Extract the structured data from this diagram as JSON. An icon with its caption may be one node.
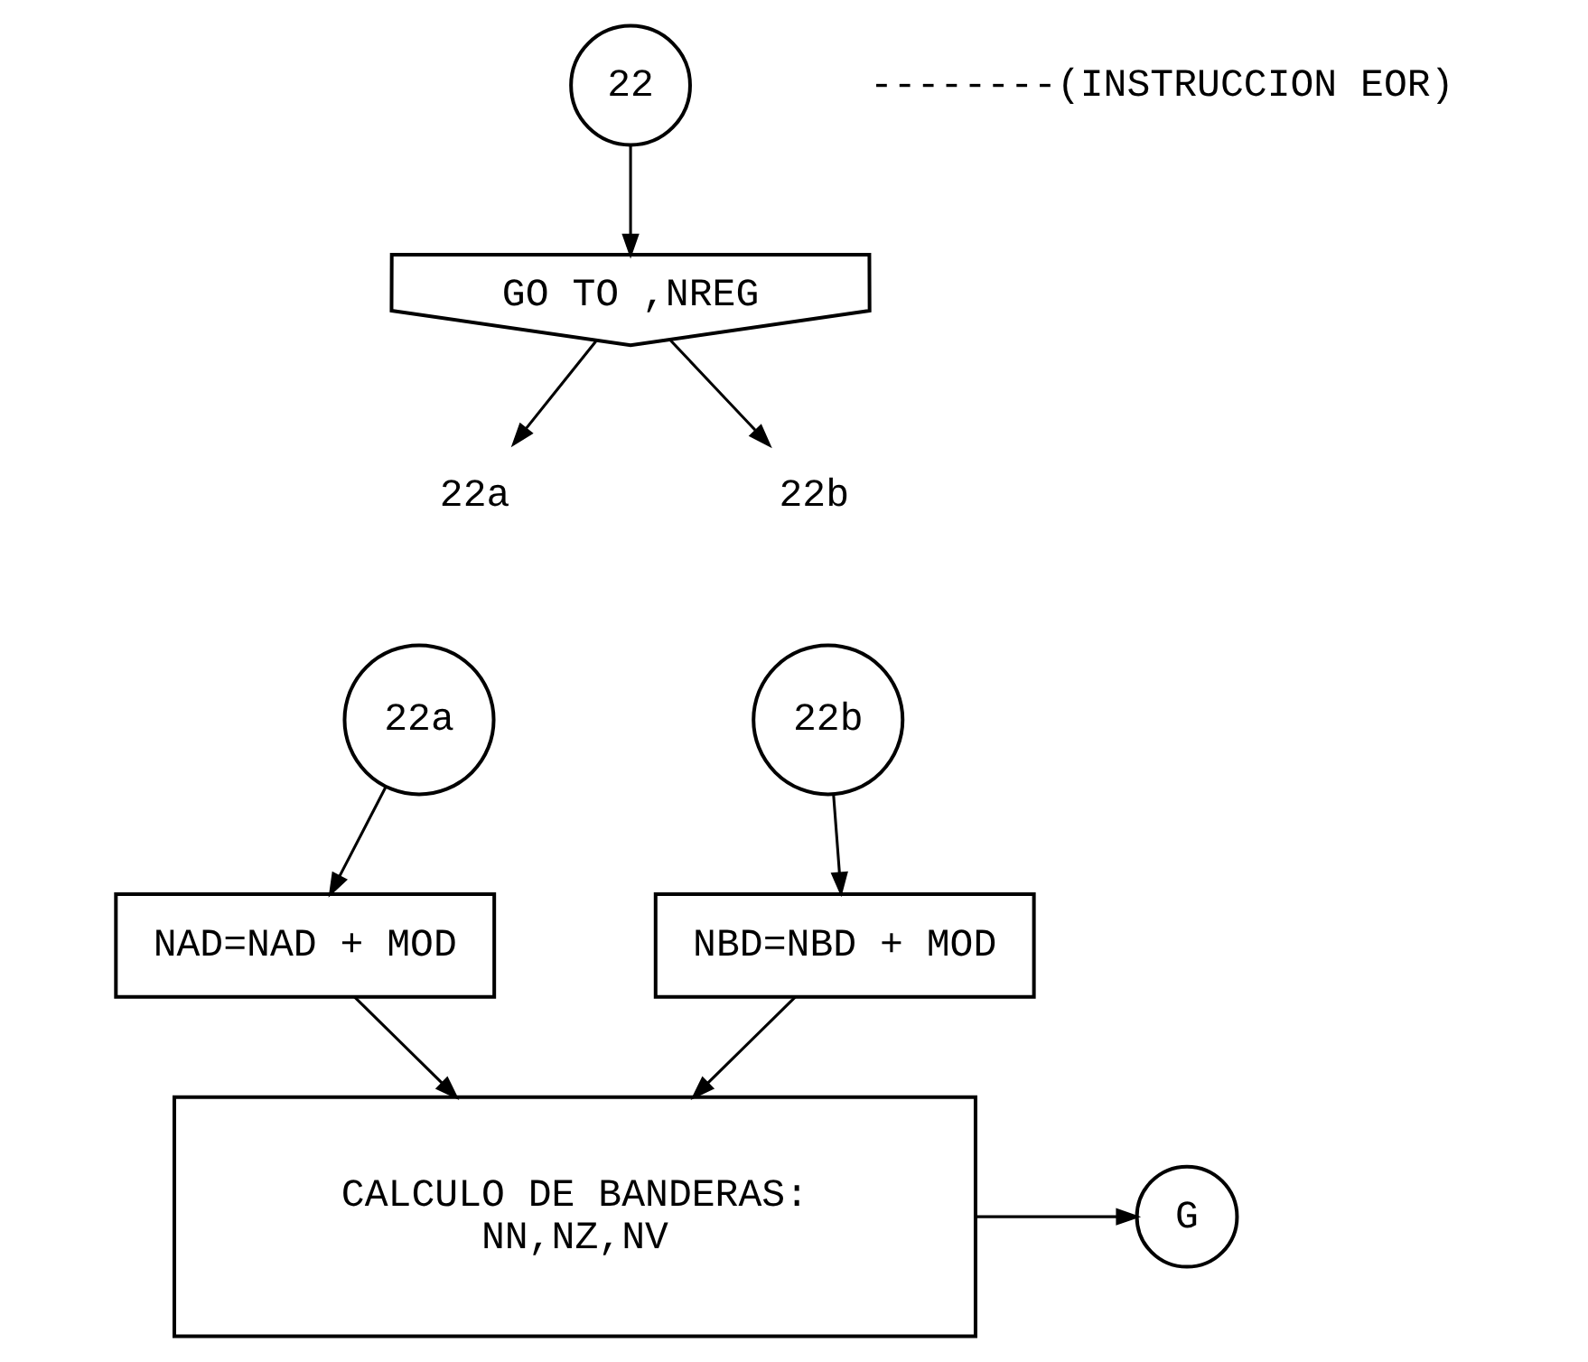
{
  "diagram": {
    "nodes": [
      {
        "text": [
          "22"
        ]
      },
      {
        "text": [
          "GO TO ,NREG"
        ]
      },
      {
        "text": [
          "22a"
        ]
      },
      {
        "text": [
          "22b"
        ]
      },
      {
        "text": [
          "22a"
        ]
      },
      {
        "text": [
          "22b"
        ]
      },
      {
        "text": [
          "NAD=NAD + MOD"
        ]
      },
      {
        "text": [
          "NBD=NBD + MOD"
        ]
      },
      {
        "text": [
          "CALCULO DE BANDERAS:",
          "NN,NZ,NV"
        ]
      },
      {
        "text": [
          "G"
        ]
      }
    ],
    "edges": [
      {
        "from": 0,
        "to": 1,
        "arrow": "to"
      },
      {
        "from": 1,
        "to": 2,
        "arrow": "to"
      },
      {
        "from": 1,
        "to": 3,
        "arrow": "to"
      },
      {
        "from": 4,
        "to": 6,
        "arrow": "to"
      },
      {
        "from": 5,
        "to": 7,
        "arrow": "to"
      },
      {
        "from": 6,
        "to": 8,
        "arrow": "to"
      },
      {
        "from": 7,
        "to": 8,
        "arrow": "to"
      },
      {
        "from": 8,
        "to": 9,
        "arrow": "to"
      }
    ],
    "labels": [
      "--------(INSTRUCCION EOR)"
    ]
  }
}
